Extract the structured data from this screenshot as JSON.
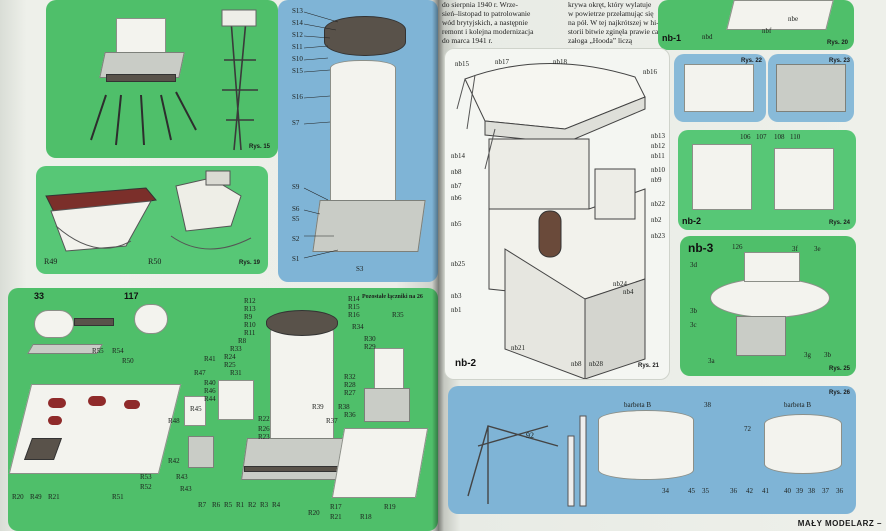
{
  "magazine": {
    "footer": "MAŁY MODELARZ –"
  },
  "right_text": {
    "col_a": [
      "do sierpnia 1940 r. Wrze-",
      "sień–listopad to patrolowanie",
      "wód brytyjskich, a następnie",
      "remont i kolejna modernizacja",
      "do marca 1941 r."
    ],
    "col_b": [
      "krywa okręt, który wylatuje",
      "w powietrze przełamując się",
      "na pół. W tej najkrótszej w hi-",
      "storii bitwie zginęła prawie cała",
      "załoga „Hooda” liczą"
    ]
  },
  "figures": {
    "rys15": {
      "caption": "Rys. 15"
    },
    "rys19": {
      "caption": "Rys. 19",
      "left_label": "R49",
      "right_label": "R50"
    },
    "funnel": {
      "labels_left": [
        "S13",
        "S14",
        "S12",
        "S11",
        "S10",
        "S15",
        "S16",
        "S7",
        "S9",
        "S6",
        "S5",
        "S2",
        "S1"
      ],
      "bottom_label": "S3"
    },
    "bottom_left": {
      "top_labels": [
        "33",
        "117"
      ],
      "pos_label": "Pozostałe łączniki na 26",
      "r_labels_center": [
        "R12",
        "R13",
        "R9",
        "R10",
        "R11",
        "R8",
        "R33",
        "R24",
        "R25",
        "R41",
        "R31",
        "R40",
        "R46",
        "R44",
        "R47",
        "R45",
        "R43"
      ],
      "r_labels_right": [
        "R14",
        "R15",
        "R16",
        "R34",
        "R35",
        "R30",
        "R29",
        "R32",
        "R28",
        "R27",
        "R36"
      ],
      "r_labels_bottom": [
        "R20",
        "R49",
        "R21",
        "R51",
        "R52",
        "R53",
        "R43",
        "R7",
        "R6",
        "R5",
        "R1",
        "R2",
        "R3",
        "R4",
        "R20",
        "R17",
        "R21",
        "R18",
        "R19"
      ],
      "r_labels_left": [
        "R55",
        "R54",
        "R50",
        "R48",
        "R42",
        "R39",
        "R38",
        "R37",
        "R22",
        "R26",
        "R23"
      ]
    },
    "rys21": {
      "caption": "Rys. 21",
      "labels": [
        "nb18",
        "nb17",
        "nb16",
        "nb15",
        "nb14",
        "nb13",
        "nb12",
        "nb11",
        "nb10",
        "nb9",
        "nb8",
        "nb7",
        "nb6",
        "nb5",
        "nb25",
        "nb3",
        "nb1",
        "nb21",
        "nb24",
        "nb4",
        "nb2",
        "nb23",
        "nb22",
        "nb28",
        "nb8"
      ],
      "corner": "nb-2"
    },
    "rys20": {
      "caption": "Rys. 20",
      "labels": [
        "nb-1",
        "nbd",
        "nbf",
        "nbe"
      ]
    },
    "rys22": {
      "caption": "Rys. 22"
    },
    "rys23": {
      "caption": "Rys. 23"
    },
    "rys24": {
      "caption": "Rys. 24",
      "corner": "nb-2",
      "labels": [
        "106",
        "107",
        "108",
        "110"
      ]
    },
    "rys25": {
      "caption": "Rys. 25",
      "corner": "nb-3",
      "labels": [
        "126",
        "3d",
        "3f",
        "3e",
        "3b",
        "3c",
        "3g",
        "3b",
        "3a"
      ]
    },
    "rys26": {
      "caption": "Rys. 26",
      "labels": [
        "92",
        "barbeta B",
        "barbeta B",
        "38",
        "72",
        "34",
        "45",
        "35",
        "36",
        "42",
        "41",
        "40",
        "39",
        "38",
        "37",
        "36"
      ]
    }
  },
  "colors": {
    "green_panel": "#4fbf6a",
    "blue_panel": "#7fb4d6",
    "dark_red": "#8f2a2a"
  }
}
